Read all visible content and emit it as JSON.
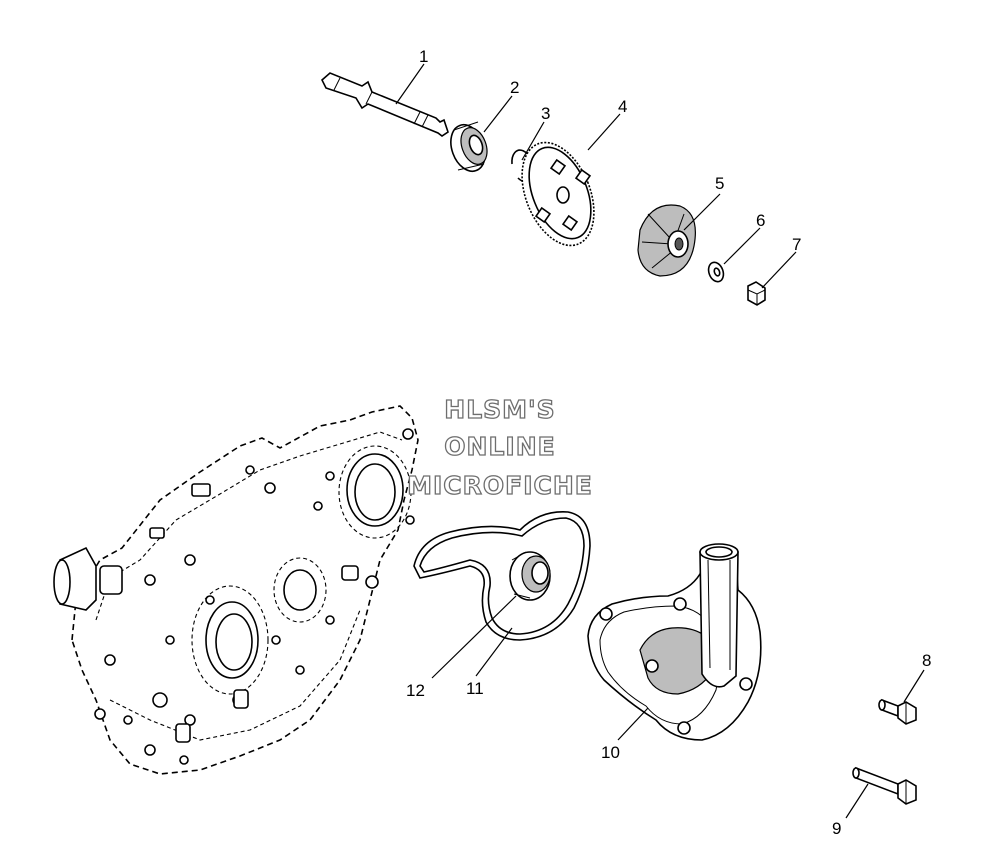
{
  "watermark": {
    "line1": "HLSM'S",
    "line2": "ONLINE",
    "line3": "MICROFICHE"
  },
  "callouts": [
    "1",
    "2",
    "3",
    "4",
    "5",
    "6",
    "7",
    "8",
    "9",
    "10",
    "11",
    "12"
  ],
  "colors": {
    "ink": "#000000",
    "shade": "#bdbdbd",
    "background": "#ffffff",
    "watermark_outline": "#6e6e6e"
  }
}
